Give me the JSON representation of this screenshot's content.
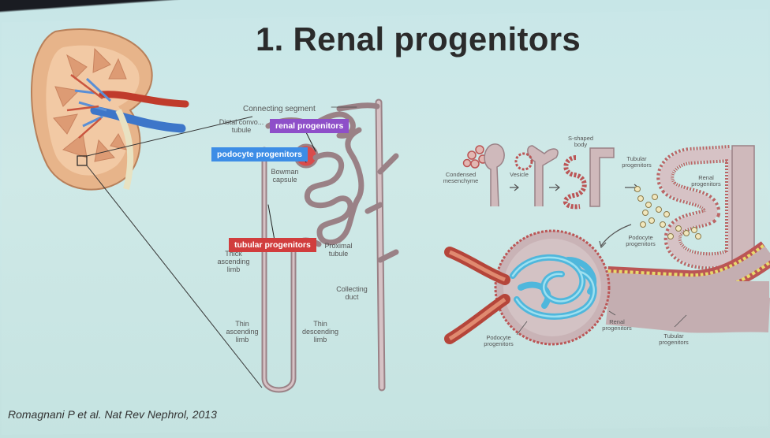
{
  "title": "1. Renal progenitors",
  "citation": "Romagnani P et al. Nat Rev Nephrol, 2013",
  "nephron_labels": {
    "connecting_segment": "Connecting segment",
    "distal_convoluted_tubule": "Distal convo... tubule",
    "bowman_capsule": "Bowman capsule",
    "proximal_tubule": "Proximal tubule",
    "thick_ascending_limb": "Thick ascending limb",
    "collecting_duct": "Collecting duct",
    "thin_ascending_limb": "Thin ascending limb",
    "thin_descending_limb": "Thin descending limb"
  },
  "callouts": {
    "renal": "renal progenitors",
    "podocyte": "podocyte progenitors",
    "tubular": "tubular progenitors"
  },
  "development_labels": {
    "condensed_mesenchyme": "Condensed mesenchyme",
    "vesicle": "Vesicle",
    "s_shaped_body": "S-shaped body",
    "tubular_progenitors": "Tubular progenitors",
    "renal_progenitors": "Renal progenitors",
    "podocyte_progenitors": "Podocyte progenitors"
  },
  "glomerulus_labels": {
    "podocyte_progenitors": "Podocyte progenitors",
    "renal_progenitors": "Renal progenitors",
    "tubular_progenitors": "Tubular progenitors"
  },
  "colors": {
    "renal_tag": "#8e4fc9",
    "podocyte_tag": "#3d8de6",
    "tubular_tag": "#d13d3d",
    "tubule": "#b8a0a4",
    "glomerulus": "#52c0e0"
  }
}
